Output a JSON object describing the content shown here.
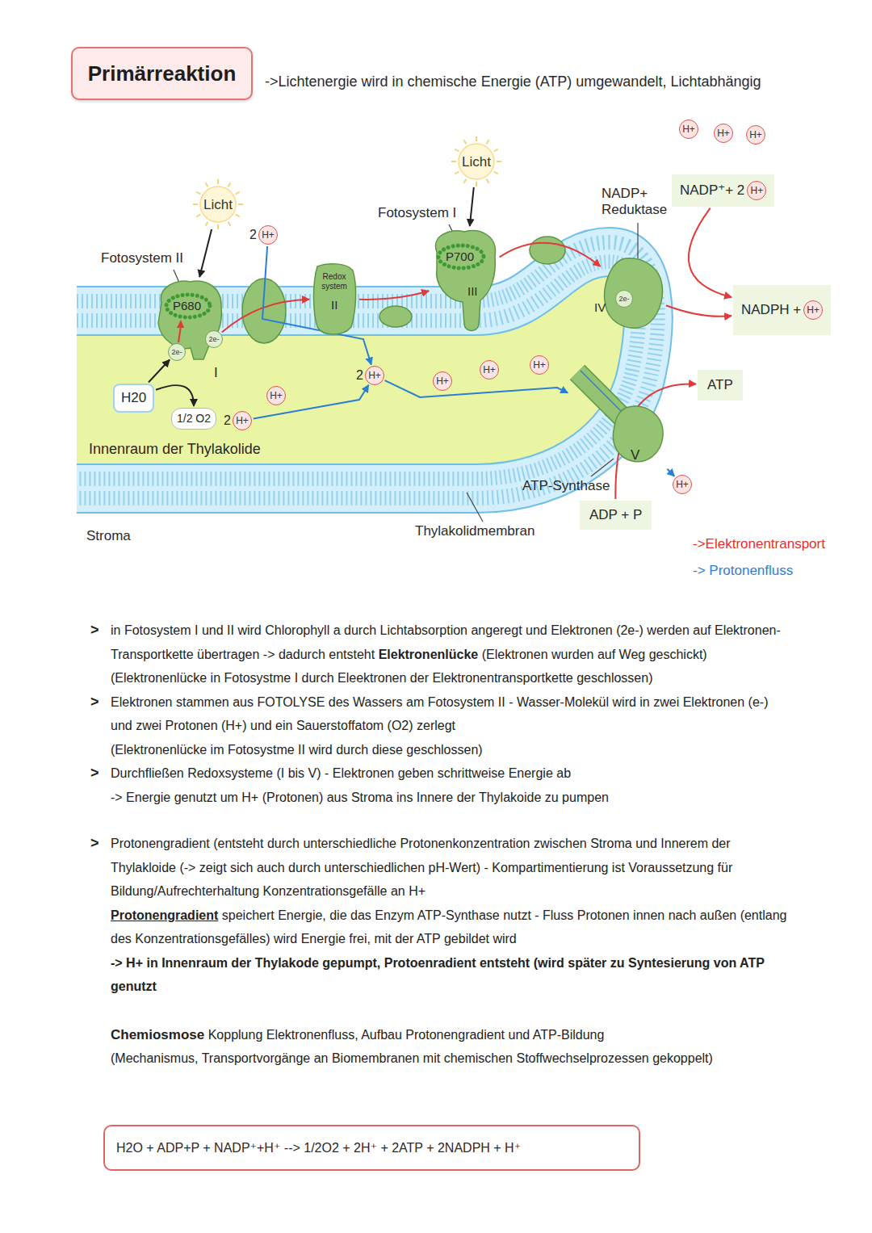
{
  "diagram": {
    "title": "Primärreaktion",
    "nodes": [
      {
        "text": [
          "Licht"
        ]
      },
      {
        "text": [
          "Licht"
        ]
      },
      {
        "text": [
          "Fotosystem II",
          "P680",
          "I"
        ]
      },
      {
        "text": [
          "2e-"
        ],
        "in": 2
      },
      {
        "text": [
          "2e-"
        ],
        "in": 2
      },
      {
        "text": [
          "Redox system",
          "II"
        ]
      },
      {
        "text": [
          "Fotosystem I",
          "P700",
          "III"
        ]
      },
      {
        "text": [
          "NADP+ Reduktase",
          "IV"
        ]
      },
      {
        "text": [
          "2e-"
        ],
        "in": 7
      },
      {
        "text": [
          "ATP-Synthase",
          "V"
        ]
      },
      {
        "text": [
          "H20"
        ]
      },
      {
        "text": [
          "1/2 O2"
        ]
      },
      {
        "text": [
          "2",
          "H+"
        ]
      },
      {
        "text": [
          "2",
          "H+"
        ]
      },
      {
        "text": [
          "H+"
        ]
      },
      {
        "text": [
          "2",
          "H+"
        ]
      },
      {
        "text": [
          "H+"
        ]
      },
      {
        "text": [
          "H+"
        ]
      },
      {
        "text": [
          "H+"
        ]
      },
      {
        "text": [
          "H+"
        ]
      },
      {
        "text": [
          "H+"
        ]
      },
      {
        "text": [
          "H+"
        ]
      },
      {
        "text": [
          "H+"
        ]
      },
      {
        "text": [
          "NADP⁺+ 2"
        ]
      },
      {
        "text": [
          "H+"
        ],
        "in": 23
      },
      {
        "text": [
          "NADPH +"
        ]
      },
      {
        "text": [
          "H+"
        ],
        "in": 25
      },
      {
        "text": [
          "ATP"
        ]
      },
      {
        "text": [
          "ADP + P"
        ]
      },
      {
        "text": [
          "H2O + ADP+P + NADP⁺+H⁺ --> 1/2O2 + 2H⁺ + 2ATP + 2NADPH + H⁺"
        ]
      }
    ],
    "edges": [
      {
        "from": 0,
        "to": 2,
        "arrow": "to"
      },
      {
        "from": 1,
        "to": 6,
        "arrow": "to"
      },
      {
        "from": 10,
        "to": 11,
        "arrow": "to"
      },
      {
        "from": 10,
        "to": 3,
        "arrow": "to"
      },
      {
        "from": 4,
        "to": 5,
        "arrow": "to"
      },
      {
        "from": 5,
        "to": 6,
        "arrow": "to"
      },
      {
        "from": 6,
        "to": 7,
        "arrow": "to"
      },
      {
        "from": 23,
        "to": 25,
        "arrow": "to"
      },
      {
        "from": 7,
        "to": 25,
        "arrow": "to"
      },
      {
        "from": 28,
        "to": 27,
        "arrow": "to"
      },
      {
        "from": 13,
        "to": 15,
        "arrow": "to"
      },
      {
        "from": 12,
        "to": 15,
        "arrow": "to"
      },
      {
        "from": 15,
        "to": 9,
        "arrow": "to"
      },
      {
        "from": 9,
        "to": 19,
        "arrow": "to"
      }
    ],
    "labels": [
      "->Lichtenergie wird in chemische Energie (ATP) umgewandelt, Lichtabhängig",
      "Innenraum der Thylakolide",
      "Stroma",
      "Thylakolidmembran",
      ">",
      "in Fotosystem I und II wird Chlorophyll a durch Lichtabsorption angeregt und Elektronen (2e-) werden auf Elektronen-Transportkette übertragen -> dadurch entsteht",
      "Elektronenlücke",
      "(Elektronen wurden auf Weg geschickt)",
      "(Elektronenlücke in Fotosystme I durch Eleektronen der Elektronentransportkette geschlossen)",
      ">",
      "Elektronen stammen aus FOTOLYSE des Wassers am Fotosystem II - Wasser-Molekül wird in zwei Elektronen (e-) und zwei Protonen (H+) und ein Sauerstoffatom (O2) zerlegt",
      "(Elektronenlücke im Fotosystme II wird durch diese geschlossen)",
      ">",
      "Durchfließen Redoxsysteme (I bis V) - Elektronen geben schrittweise Energie ab",
      "-> Energie genutzt um H+ (Protonen) aus Stroma ins Innere der Thylakoide zu pumpen",
      ">",
      "Protonengradient (entsteht durch unterschiedliche Protonenkonzentration zwischen Stroma und Innerem der Thylakloide (-> zeigt sich auch durch unterschiedlichen pH-Wert) - Kompartimentierung ist Voraussetzung für Bildung/Aufrechterhaltung Konzentrationsgefälle an H+",
      "Protonengradient",
      "speichert Energie, die das Enzym ATP-Synthase nutzt - Fluss Protonen innen nach außen (entlang des Konzentrationsgefälles) wird Energie frei, mit der ATP gebildet wird",
      "-> H+ in Innenraum der Thylakode gepumpt, Protoenradient entsteht (wird später zu Syntesierung von ATP genutzt",
      "Chemiosmose",
      "Kopplung Elektronenfluss, Aufbau Protonengradient und ATP-Bildung",
      "(Mechanismus, Transportvorgänge an Biomembranen mit chemischen Stoffwechselprozessen gekoppelt)"
    ],
    "legend": [
      {
        "text": "->Elektronentransport",
        "color": "#e0312f"
      },
      {
        "text": "-> Protonenfluss",
        "color": "#2a7fd4"
      }
    ]
  }
}
